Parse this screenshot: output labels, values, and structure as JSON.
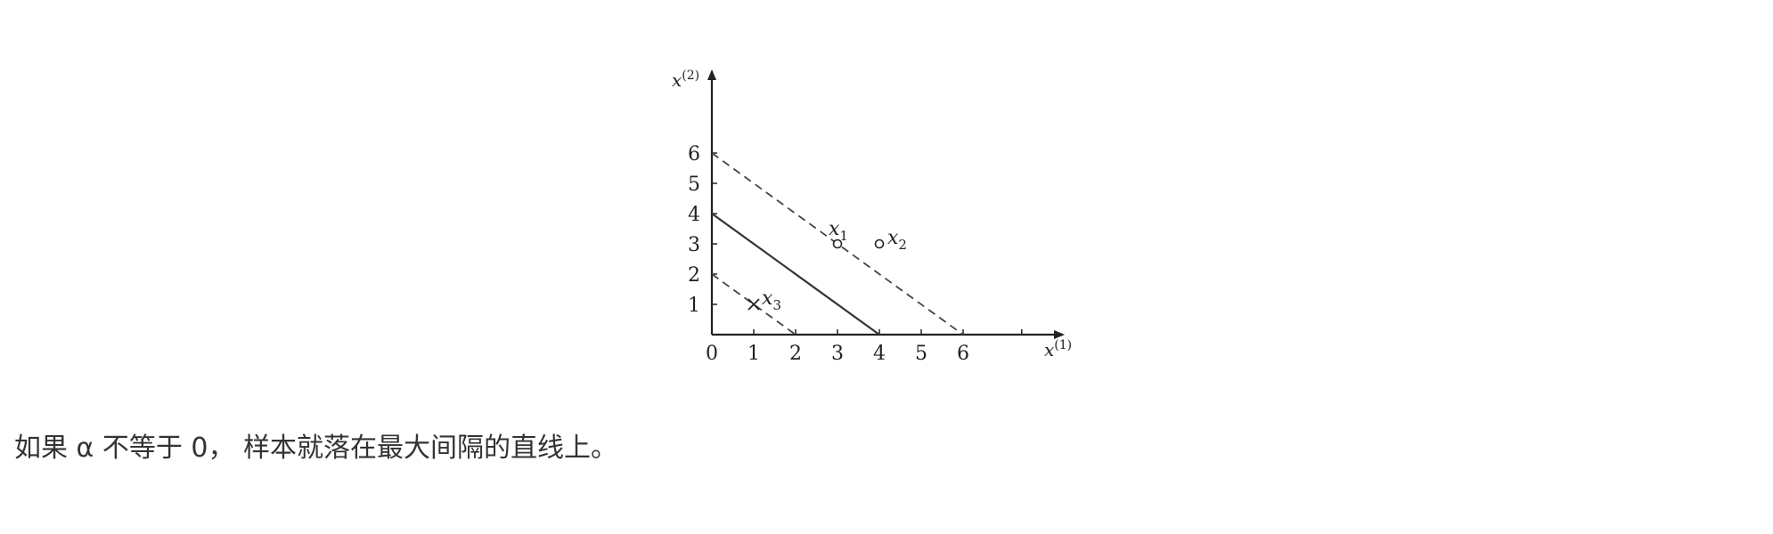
{
  "diagram": {
    "x_axis_label": {
      "base": "x",
      "sup": "(1)"
    },
    "y_axis_label": {
      "base": "x",
      "sup": "(2)"
    },
    "x_ticks": [
      "0",
      "1",
      "2",
      "3",
      "4",
      "5",
      "6"
    ],
    "y_ticks": [
      "1",
      "2",
      "3",
      "4",
      "5",
      "6"
    ],
    "points": [
      {
        "label": "x",
        "sub": "1",
        "x": 3,
        "y": 3,
        "marker": "circle"
      },
      {
        "label": "x",
        "sub": "2",
        "x": 4,
        "y": 3,
        "marker": "circle"
      },
      {
        "label": "x",
        "sub": "3",
        "x": 1,
        "y": 1,
        "marker": "cross"
      }
    ],
    "lines": [
      {
        "name": "separating-hyperplane",
        "style": "solid",
        "x_intercept": 4,
        "y_intercept": 4
      },
      {
        "name": "margin-boundary-upper",
        "style": "dashed",
        "x_intercept": 6,
        "y_intercept": 6
      },
      {
        "name": "margin-boundary-lower",
        "style": "dashed",
        "x_intercept": 2,
        "y_intercept": 2
      }
    ]
  },
  "caption": "如果 α 不等于 0， 样本就落在最大间隔的直线上。"
}
